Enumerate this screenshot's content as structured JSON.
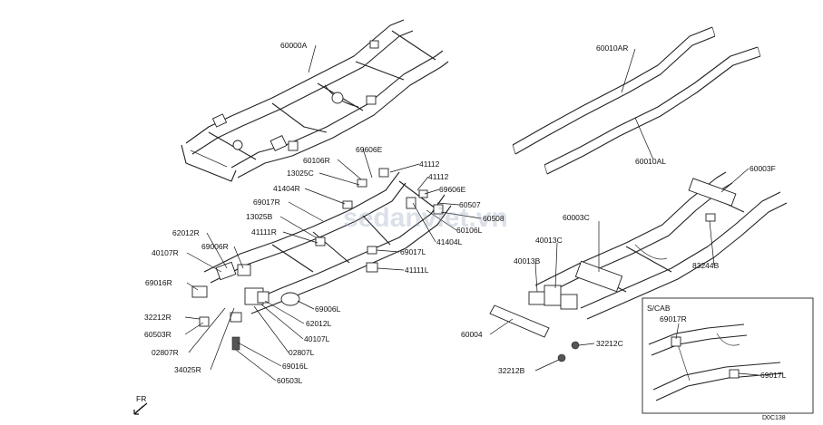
{
  "diagram": {
    "watermark": "sedanviet.vn",
    "code": "D0C138",
    "direction_marker": "FR",
    "inset_title": "S/CAB",
    "labels": {
      "p60000A": "60000A",
      "p60010AR": "60010AR",
      "p60010AL": "60010AL",
      "p60003F": "60003F",
      "p60106R": "60106R",
      "p69606E_top": "69606E",
      "p41112_a": "41112",
      "p13025C": "13025C",
      "p41112_b": "41112",
      "p41404R": "41404R",
      "p69606E_mid": "69606E",
      "p69017R_main": "69017R",
      "p60507": "60507",
      "p13025B": "13025B",
      "p60508": "60508",
      "p60106L": "60106L",
      "p41111R": "41111R",
      "p41404L": "41404L",
      "p62012R": "62012R",
      "p69006R": "69006R",
      "p40107R": "40107R",
      "p69017L_main": "69017L",
      "p41111L": "41111L",
      "p69016R": "69016R",
      "p69006L": "69006L",
      "p32212R": "32212R",
      "p62012L": "62012L",
      "p60503R": "60503R",
      "p40107L": "40107L",
      "p02807R": "02807R",
      "p02807L": "02807L",
      "p34025R": "34025R",
      "p69016L": "69016L",
      "p60503L": "60503L",
      "p60003C": "60003C",
      "p40013C": "40013C",
      "p40013B": "40013B",
      "p83244B": "83244B",
      "p60004": "60004",
      "p32212C": "32212C",
      "p32212B": "32212B",
      "p69017R_inset": "69017R",
      "p69017L_inset": "69017L"
    }
  }
}
